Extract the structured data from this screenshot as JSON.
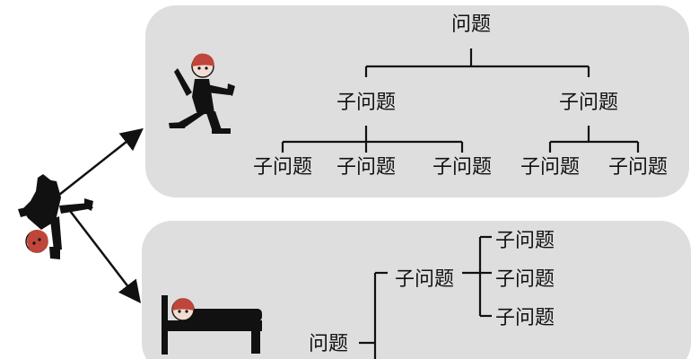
{
  "colors": {
    "panel_fill": "#dedede",
    "line": "#111111",
    "figure": "#111111",
    "hair": "#c0453a",
    "face": "#f3dcd2"
  },
  "top_tree": {
    "root": "问题",
    "children": [
      {
        "label": "子问题",
        "children": [
          "子问题",
          "子问题",
          "子问题"
        ]
      },
      {
        "label": "子问题",
        "children": [
          "子问题",
          "子问题"
        ]
      }
    ]
  },
  "bottom_tree": {
    "root": "问题",
    "children": [
      {
        "label": "子问题",
        "children": [
          "子问题",
          "子问题",
          "子问题"
        ]
      }
    ]
  },
  "icons": {
    "left_figure": "falling-person-icon",
    "top_figure": "running-person-icon",
    "bottom_figure": "person-in-bed-icon"
  }
}
